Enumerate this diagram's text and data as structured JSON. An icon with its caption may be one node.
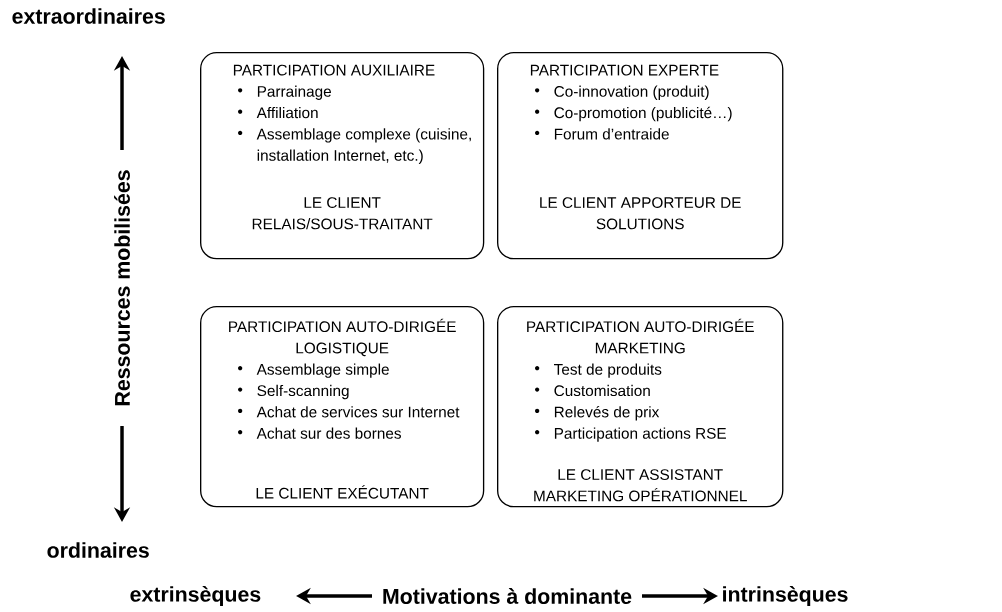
{
  "diagram": {
    "nodes": [
      {
        "text": [
          "PARTICIPATION AUXILIAIRE",
          "Parrainage",
          "Affiliation",
          "Assemblage complexe (cuisine, installation Internet, etc.)",
          "LE CLIENT RELAIS/SOUS-TRAITANT"
        ]
      },
      {
        "text": [
          "PARTICIPATION EXPERTE",
          "Co-innovation (produit)",
          "Co-promotion (publicité…)",
          "Forum d’entraide",
          "LE CLIENT APPORTEUR DE SOLUTIONS"
        ]
      },
      {
        "text": [
          "PARTICIPATION AUTO-DIRIGÉE LOGISTIQUE",
          "Assemblage simple",
          "Self-scanning",
          "Achat de services sur Internet",
          "Achat sur des bornes",
          "LE CLIENT EXÉCUTANT"
        ]
      },
      {
        "text": [
          "PARTICIPATION AUTO-DIRIGÉE MARKETING",
          "Test de produits",
          "Customisation",
          "Relevés de prix",
          "Participation actions RSE",
          "LE CLIENT ASSISTANT MARKETING OPÉRATIONNEL"
        ]
      }
    ],
    "edges": [],
    "labels": [
      "extraordinaires",
      "Ressources mobilisées",
      "ordinaires",
      "extrinsèques",
      "Motivations à dominante",
      "intrinsèques"
    ]
  }
}
